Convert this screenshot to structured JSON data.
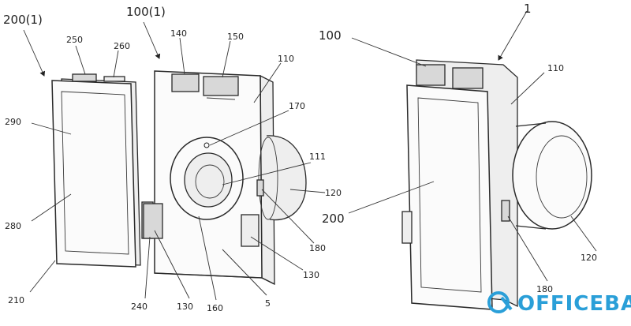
{
  "labels": {
    "l200_1": "200(1)",
    "l100_1": "100(1)",
    "l250": "250",
    "l260": "260",
    "l140": "140",
    "l150": "150",
    "l110_a": "110",
    "l170": "170",
    "l290": "290",
    "l111": "111",
    "l120_a": "120",
    "l280": "280",
    "l180_a": "180",
    "l130_a": "130",
    "l210": "210",
    "l240": "240",
    "l130_b": "130",
    "l160": "160",
    "l5": "5",
    "l1": "1",
    "l100": "100",
    "l110_b": "110",
    "l200": "200",
    "l120_b": "120",
    "l180_b": "180"
  },
  "watermark": {
    "text": "OFFICEBA",
    "icon": "cr-logo-icon",
    "color": "#2a9fd8"
  }
}
